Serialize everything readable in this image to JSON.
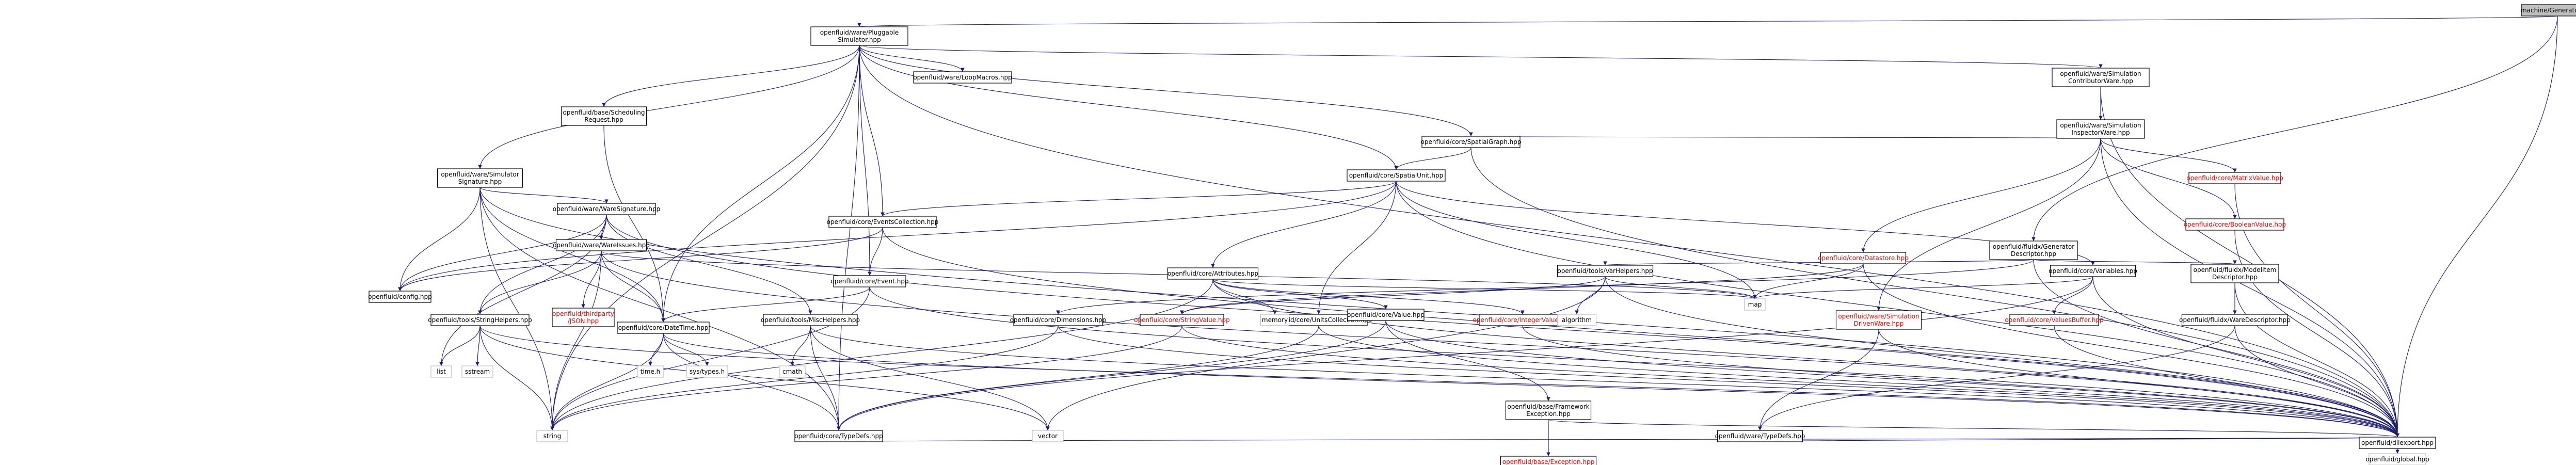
{
  "diagram": {
    "nodes": [
      {
        "id": "n0",
        "lines": [
          "machine/Generator.hpp"
        ],
        "style": "hl"
      },
      {
        "id": "n1",
        "lines": [
          "openfluid/ware/Pluggable",
          "Simulator.hpp"
        ],
        "style": "normal"
      },
      {
        "id": "n2",
        "lines": [
          "openfluid/fluidx/Generator",
          "Descriptor.hpp"
        ],
        "style": "normal"
      },
      {
        "id": "n3",
        "lines": [
          "openfluid/dllexport.hpp"
        ],
        "style": "normal"
      },
      {
        "id": "n4",
        "lines": [
          "openfluid/ware/Simulation",
          "ContributorWare.hpp"
        ],
        "style": "normal"
      },
      {
        "id": "n5",
        "lines": [
          "openfluid/ware/LoopMacros.hpp"
        ],
        "style": "normal"
      },
      {
        "id": "n6",
        "lines": [
          "openfluid/base/Scheduling",
          "Request.hpp"
        ],
        "style": "normal"
      },
      {
        "id": "n7",
        "lines": [
          "openfluid/ware/Simulator",
          "Signature.hpp"
        ],
        "style": "normal"
      },
      {
        "id": "n8",
        "lines": [
          "openfluid/ware/Simulation",
          "InspectorWare.hpp"
        ],
        "style": "normal"
      },
      {
        "id": "n9",
        "lines": [
          "openfluid/core/SpatialGraph.hpp"
        ],
        "style": "normal"
      },
      {
        "id": "n10",
        "lines": [
          "openfluid/core/SpatialUnit.hpp"
        ],
        "style": "normal"
      },
      {
        "id": "n11",
        "lines": [
          "openfluid/core/MatrixValue.hpp"
        ],
        "style": "red"
      },
      {
        "id": "n12",
        "lines": [
          "openfluid/core/BooleanValue.hpp"
        ],
        "style": "red"
      },
      {
        "id": "n13",
        "lines": [
          "openfluid/ware/WareSignature.hpp"
        ],
        "style": "normal"
      },
      {
        "id": "n14",
        "lines": [
          "openfluid/core/EventsCollection.hpp"
        ],
        "style": "normal"
      },
      {
        "id": "n15",
        "lines": [
          "openfluid/core/Datastore.hpp"
        ],
        "style": "red"
      },
      {
        "id": "n16",
        "lines": [
          "openfluid/tools/VarHelpers.hpp"
        ],
        "style": "normal"
      },
      {
        "id": "n17",
        "lines": [
          "openfluid/core/Variables.hpp"
        ],
        "style": "normal"
      },
      {
        "id": "n18",
        "lines": [
          "openfluid/fluidx/ModelItem",
          "Descriptor.hpp"
        ],
        "style": "normal"
      },
      {
        "id": "n19",
        "lines": [
          "openfluid/ware/WareIssues.hpp"
        ],
        "style": "normal"
      },
      {
        "id": "n20",
        "lines": [
          "openfluid/core/Event.hpp"
        ],
        "style": "normal"
      },
      {
        "id": "n21",
        "lines": [
          "openfluid/core/Attributes.hpp"
        ],
        "style": "normal"
      },
      {
        "id": "n22",
        "lines": [
          "openfluid/config.hpp"
        ],
        "style": "normal"
      },
      {
        "id": "n23",
        "lines": [
          "openfluid/tools/StringHelpers.hpp"
        ],
        "style": "normal"
      },
      {
        "id": "n24",
        "lines": [
          "openfluid/thirdparty",
          "/JSON.hpp"
        ],
        "style": "red"
      },
      {
        "id": "n25",
        "lines": [
          "openfluid/core/DateTime.hpp"
        ],
        "style": "normal"
      },
      {
        "id": "n26",
        "lines": [
          "openfluid/tools/MiscHelpers.hpp"
        ],
        "style": "normal"
      },
      {
        "id": "n27",
        "lines": [
          "openfluid/core/Dimensions.hpp"
        ],
        "style": "normal"
      },
      {
        "id": "n28",
        "lines": [
          "openfluid/core/StringValue.hpp"
        ],
        "style": "red"
      },
      {
        "id": "n29",
        "lines": [
          "openfluid/core/UnitsCollection.hpp"
        ],
        "style": "normal"
      },
      {
        "id": "n30",
        "lines": [
          "openfluid/core/Value.hpp"
        ],
        "style": "normal"
      },
      {
        "id": "n31",
        "lines": [
          "openfluid/core/IntegerValue.hpp"
        ],
        "style": "red"
      },
      {
        "id": "n32",
        "lines": [
          "openfluid/ware/Simulation",
          "DrivenWare.hpp"
        ],
        "style": "red"
      },
      {
        "id": "n33",
        "lines": [
          "openfluid/core/ValuesBuffer.hpp"
        ],
        "style": "red"
      },
      {
        "id": "n34",
        "lines": [
          "openfluid/fluidx/WareDescriptor.hpp"
        ],
        "style": "normal"
      },
      {
        "id": "n35",
        "lines": [
          "openfluid/base/Framework",
          "Exception.hpp"
        ],
        "style": "normal"
      },
      {
        "id": "n36",
        "lines": [
          "openfluid/core/TypeDefs.hpp"
        ],
        "style": "normal"
      },
      {
        "id": "n37",
        "lines": [
          "openfluid/ware/TypeDefs.hpp"
        ],
        "style": "normal"
      },
      {
        "id": "n38",
        "lines": [
          "openfluid/base/Exception.hpp"
        ],
        "style": "red"
      },
      {
        "id": "n39",
        "lines": [
          "openfluid/global.hpp"
        ],
        "style": "sys"
      },
      {
        "id": "n40",
        "lines": [
          "string"
        ],
        "style": "sys"
      },
      {
        "id": "n41",
        "lines": [
          "list"
        ],
        "style": "sys"
      },
      {
        "id": "n42",
        "lines": [
          "sstream"
        ],
        "style": "sys"
      },
      {
        "id": "n43",
        "lines": [
          "time.h"
        ],
        "style": "sys"
      },
      {
        "id": "n44",
        "lines": [
          "sys/types.h"
        ],
        "style": "sys"
      },
      {
        "id": "n45",
        "lines": [
          "cmath"
        ],
        "style": "sys"
      },
      {
        "id": "n46",
        "lines": [
          "vector"
        ],
        "style": "sys"
      },
      {
        "id": "n47",
        "lines": [
          "memory"
        ],
        "style": "sys"
      },
      {
        "id": "n48",
        "lines": [
          "algorithm"
        ],
        "style": "sys"
      },
      {
        "id": "n49",
        "lines": [
          "map"
        ],
        "style": "sys"
      }
    ],
    "edges": [
      [
        "n0",
        "n1"
      ],
      [
        "n0",
        "n2"
      ],
      [
        "n0",
        "n3"
      ],
      [
        "n1",
        "n5"
      ],
      [
        "n1",
        "n6"
      ],
      [
        "n1",
        "n7"
      ],
      [
        "n1",
        "n4"
      ],
      [
        "n1",
        "n9"
      ],
      [
        "n1",
        "n10"
      ],
      [
        "n1",
        "n14"
      ],
      [
        "n1",
        "n20"
      ],
      [
        "n1",
        "n25"
      ],
      [
        "n1",
        "n36"
      ],
      [
        "n1",
        "n40"
      ],
      [
        "n1",
        "n3"
      ],
      [
        "n2",
        "n16"
      ],
      [
        "n2",
        "n18"
      ],
      [
        "n2",
        "n3"
      ],
      [
        "n2",
        "n27"
      ],
      [
        "n4",
        "n8"
      ],
      [
        "n4",
        "n3"
      ],
      [
        "n6",
        "n25"
      ],
      [
        "n7",
        "n13"
      ],
      [
        "n7",
        "n25"
      ],
      [
        "n7",
        "n22"
      ],
      [
        "n7",
        "n40"
      ],
      [
        "n7",
        "n3"
      ],
      [
        "n7",
        "n36"
      ],
      [
        "n8",
        "n9"
      ],
      [
        "n8",
        "n11"
      ],
      [
        "n8",
        "n12"
      ],
      [
        "n8",
        "n15"
      ],
      [
        "n8",
        "n32"
      ],
      [
        "n8",
        "n3"
      ],
      [
        "n9",
        "n10"
      ],
      [
        "n9",
        "n3"
      ],
      [
        "n10",
        "n14"
      ],
      [
        "n10",
        "n21"
      ],
      [
        "n10",
        "n29"
      ],
      [
        "n10",
        "n17"
      ],
      [
        "n10",
        "n49"
      ],
      [
        "n10",
        "n22"
      ],
      [
        "n10",
        "n3"
      ],
      [
        "n11",
        "n3"
      ],
      [
        "n12",
        "n3"
      ],
      [
        "n13",
        "n19"
      ],
      [
        "n13",
        "n23"
      ],
      [
        "n13",
        "n26"
      ],
      [
        "n13",
        "n22"
      ],
      [
        "n13",
        "n41"
      ],
      [
        "n13",
        "n3"
      ],
      [
        "n14",
        "n20"
      ],
      [
        "n14",
        "n22"
      ],
      [
        "n14",
        "n3"
      ],
      [
        "n15",
        "n49"
      ],
      [
        "n15",
        "n3"
      ],
      [
        "n15",
        "n28"
      ],
      [
        "n16",
        "n48"
      ],
      [
        "n16",
        "n49"
      ],
      [
        "n16",
        "n28"
      ],
      [
        "n16",
        "n3"
      ],
      [
        "n16",
        "n46"
      ],
      [
        "n17",
        "n33"
      ],
      [
        "n17",
        "n49"
      ],
      [
        "n17",
        "n3"
      ],
      [
        "n17",
        "n36"
      ],
      [
        "n18",
        "n34"
      ],
      [
        "n18",
        "n3"
      ],
      [
        "n19",
        "n25"
      ],
      [
        "n19",
        "n23"
      ],
      [
        "n19",
        "n24"
      ],
      [
        "n19",
        "n40"
      ],
      [
        "n19",
        "n3"
      ],
      [
        "n19",
        "n49"
      ],
      [
        "n20",
        "n25"
      ],
      [
        "n20",
        "n3"
      ],
      [
        "n20",
        "n40"
      ],
      [
        "n21",
        "n30"
      ],
      [
        "n21",
        "n31"
      ],
      [
        "n21",
        "n47"
      ],
      [
        "n21",
        "n3"
      ],
      [
        "n21",
        "n49"
      ],
      [
        "n21",
        "n40"
      ],
      [
        "n23",
        "n40"
      ],
      [
        "n23",
        "n41"
      ],
      [
        "n23",
        "n42"
      ],
      [
        "n23",
        "n46"
      ],
      [
        "n23",
        "n3"
      ],
      [
        "n25",
        "n40"
      ],
      [
        "n25",
        "n43"
      ],
      [
        "n25",
        "n44"
      ],
      [
        "n25",
        "n36"
      ],
      [
        "n25",
        "n3"
      ],
      [
        "n26",
        "n45"
      ],
      [
        "n26",
        "n46"
      ],
      [
        "n26",
        "n36"
      ],
      [
        "n26",
        "n3"
      ],
      [
        "n27",
        "n40"
      ],
      [
        "n27",
        "n3"
      ],
      [
        "n28",
        "n40"
      ],
      [
        "n28",
        "n3"
      ],
      [
        "n29",
        "n36"
      ],
      [
        "n29",
        "n3"
      ],
      [
        "n30",
        "n35"
      ],
      [
        "n30",
        "n36"
      ],
      [
        "n30",
        "n3"
      ],
      [
        "n31",
        "n3"
      ],
      [
        "n32",
        "n37"
      ],
      [
        "n32",
        "n3"
      ],
      [
        "n33",
        "n3"
      ],
      [
        "n34",
        "n37"
      ],
      [
        "n34",
        "n3"
      ],
      [
        "n35",
        "n38"
      ],
      [
        "n35",
        "n3"
      ],
      [
        "n36",
        "n3"
      ],
      [
        "n37",
        "n3"
      ],
      [
        "n3",
        "n39"
      ]
    ]
  }
}
